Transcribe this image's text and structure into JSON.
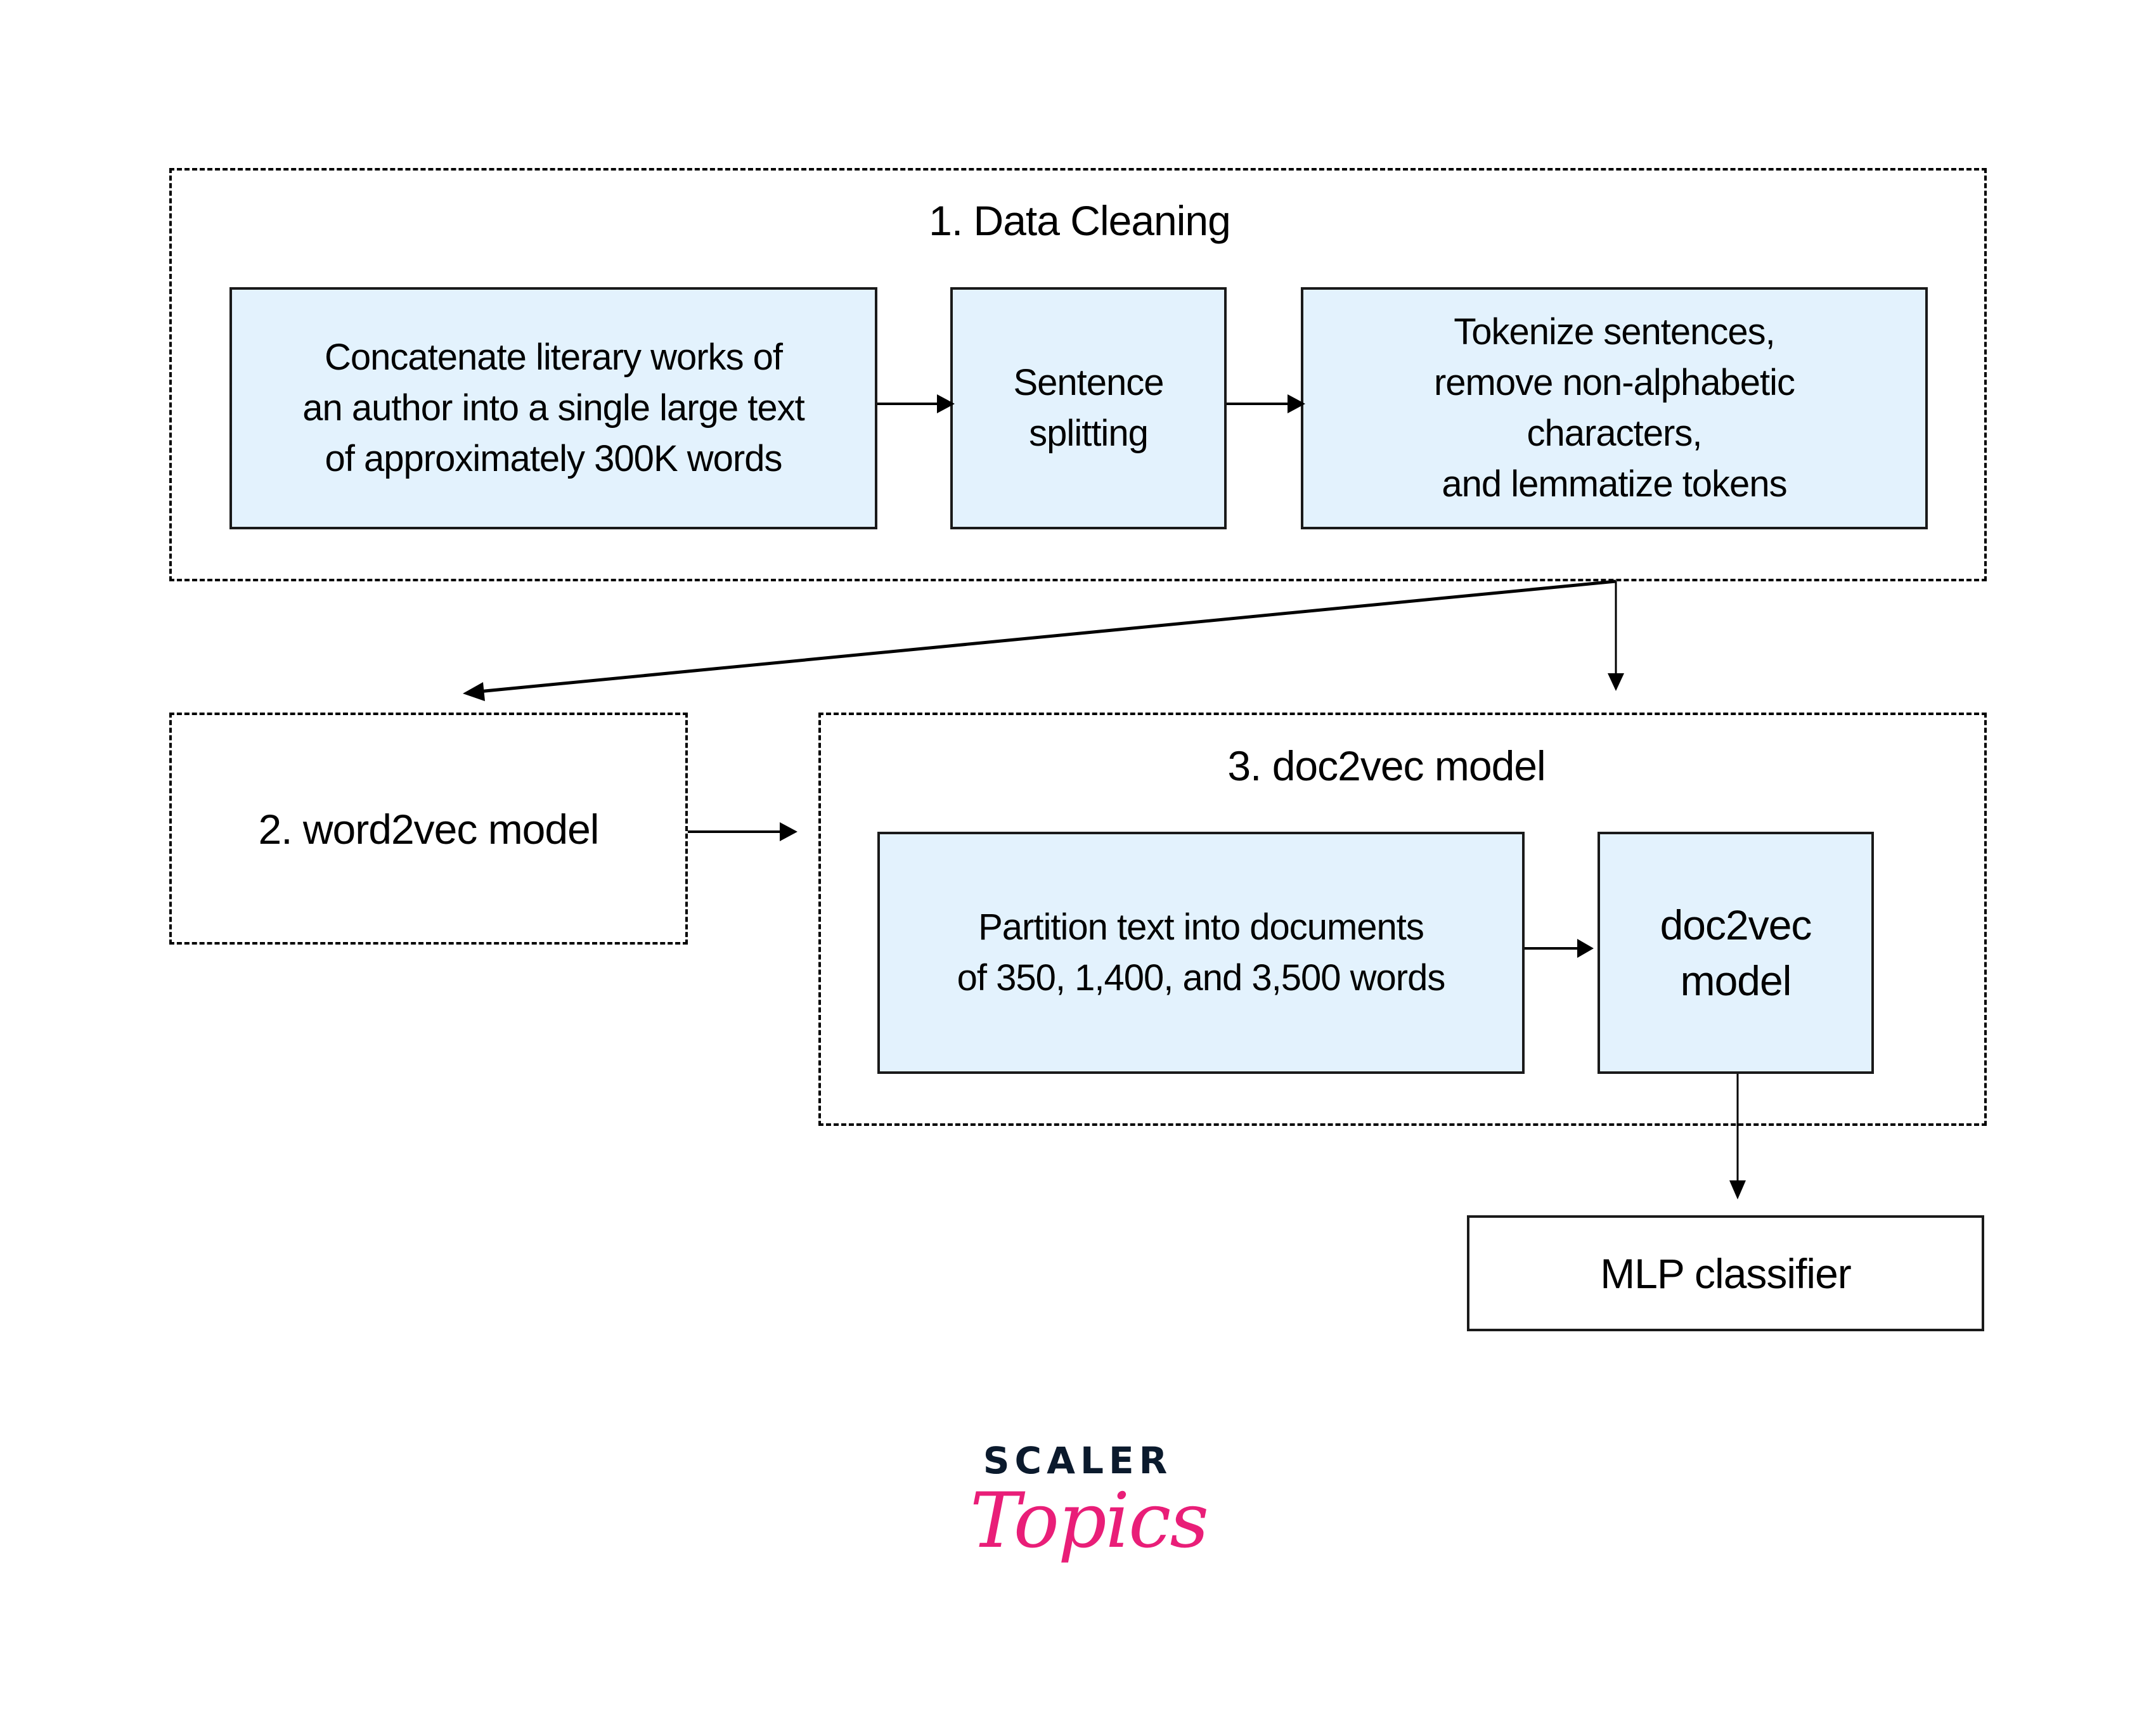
{
  "diagram": {
    "groups": {
      "data_cleaning": {
        "title": "1. Data Cleaning"
      },
      "word2vec": {
        "title": "2. word2vec model"
      },
      "doc2vec": {
        "title": "3. doc2vec model"
      }
    },
    "nodes": {
      "concatenate": {
        "text": "Concatenate literary works of\nan author into a single large text\nof approximately 300K words"
      },
      "sentence_splitting": {
        "text": "Sentence\nsplitting"
      },
      "tokenize": {
        "text": "Tokenize sentences,\nremove non-alphabetic\ncharacters,\nand lemmatize tokens"
      },
      "partition": {
        "text": "Partition text into documents\nof 350, 1,400, and 3,500 words"
      },
      "doc2vec_model": {
        "text": "doc2vec\nmodel"
      },
      "mlp": {
        "text": "MLP classifier"
      }
    },
    "edges": [
      {
        "from": "concatenate",
        "to": "sentence_splitting"
      },
      {
        "from": "sentence_splitting",
        "to": "tokenize"
      },
      {
        "from": "data_cleaning",
        "to": "word2vec"
      },
      {
        "from": "data_cleaning",
        "to": "doc2vec"
      },
      {
        "from": "word2vec",
        "to": "doc2vec"
      },
      {
        "from": "partition",
        "to": "doc2vec_model"
      },
      {
        "from": "doc2vec_model",
        "to": "mlp"
      }
    ],
    "colors": {
      "node_fill": "#e3f2fd",
      "stroke": "#000000"
    }
  },
  "logo": {
    "line1": "SCALER",
    "line2": "Topics",
    "colors": {
      "scaler": "#0b1a2d",
      "topics": "#e91e78"
    }
  }
}
